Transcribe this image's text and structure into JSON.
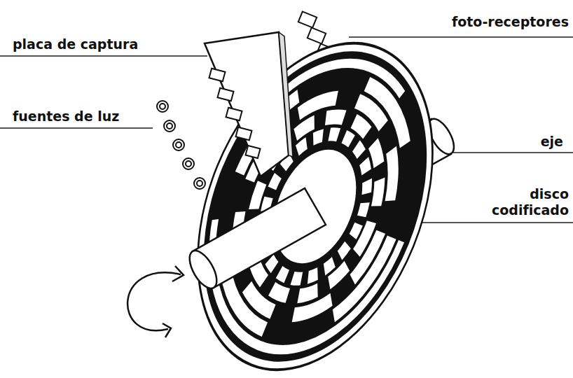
{
  "diagram": {
    "labels": [
      "foto-receptores",
      "placa de captura",
      "fuentes de luz",
      "eje",
      "disco codificado"
    ]
  }
}
